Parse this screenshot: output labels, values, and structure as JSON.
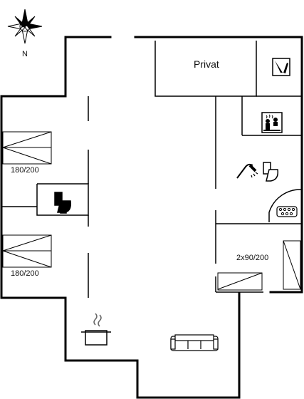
{
  "compass": {
    "north_label": "N",
    "icon": "compass-rose-icon"
  },
  "rooms": {
    "private": {
      "label": "Privat"
    }
  },
  "beds": [
    {
      "label": "180/200"
    },
    {
      "label": "180/200"
    },
    {
      "label": "2x90/200"
    }
  ],
  "fixtures": {
    "toilet_left": "toilet-icon",
    "toilet_right": "toilet-icon",
    "shower": "shower-icon",
    "sauna": "sauna-icon",
    "spa": "whirlpool-icon",
    "utility": "broom-icon",
    "kitchen": "cooking-pot-icon",
    "living": "sofa-icon"
  },
  "colors": {
    "wall": "#000000",
    "line": "#111111",
    "background": "#ffffff"
  }
}
